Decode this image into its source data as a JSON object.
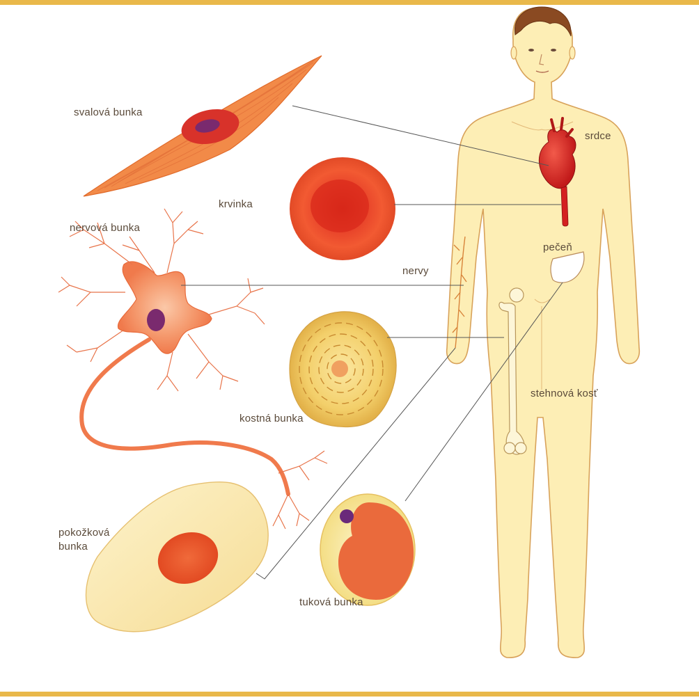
{
  "colors": {
    "frame": "#e9b84a",
    "skin": "#fdeeb5",
    "skin_outline": "#d8a25a",
    "cell_red": "#e8502a",
    "nucleus_purple": "#6b2a7a",
    "label_text": "#5a4a3a",
    "leader_line": "#555555"
  },
  "labels": {
    "muscle_cell": "svalová bunka",
    "blood_cell": "krvinka",
    "nerve_cell": "nervová bunka",
    "nerves": "nervy",
    "heart": "srdce",
    "liver": "pečeň",
    "femur": "stehnová kosť",
    "bone_cell": "kostná bunka",
    "skin_cell": "pokožková\nbunka",
    "fat_cell": "tuková bunka"
  },
  "icons": {
    "muscle_cell": "spindle-muscle-cell-icon",
    "blood_cell": "red-blood-cell-icon",
    "nerve_cell": "neuron-icon",
    "bone_cell": "osteocyte-icon",
    "skin_cell": "epidermal-cell-icon",
    "fat_cell": "adipocyte-icon",
    "body": "human-body-icon",
    "heart": "heart-icon",
    "liver": "liver-icon",
    "femur": "femur-bone-icon"
  }
}
